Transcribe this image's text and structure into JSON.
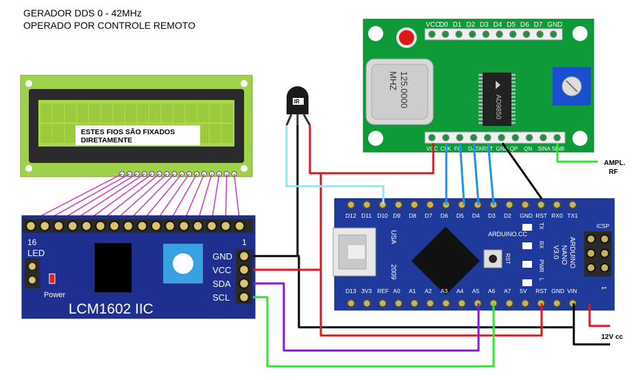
{
  "title": {
    "line1": "GERADOR DDS 0 - 42MHz",
    "line2": "OPERADO POR CONTROLE REMOTO"
  },
  "lcd": {
    "note_line1": "ESTES FIOS SÃO FIXADOS",
    "note_line2": "DIRETAMENTE"
  },
  "i2c_module": {
    "label": "LCM1602 IIC",
    "pin_16": "16",
    "pin_1": "1",
    "led_label": "LED",
    "power_label": "Power",
    "pins": [
      "GND",
      "VCC",
      "SDA",
      "SCL"
    ]
  },
  "ir_sensor": {
    "label": "IR"
  },
  "dds_module": {
    "crystal_line1": "125.0000",
    "crystal_line2": "MHZ",
    "chip_label": "AD9850",
    "top_pins": [
      "VCC",
      "D0",
      "D1",
      "D2",
      "D3",
      "D4",
      "D5",
      "D6",
      "D7",
      "GND"
    ],
    "bottom_pins": [
      "VCC",
      "CLK",
      "FQ",
      "DATA",
      "RST",
      "GND",
      "QP",
      "QN",
      "SINA",
      "SINB"
    ]
  },
  "arduino": {
    "top_pins": [
      "D12",
      "D11",
      "D10",
      "D9",
      "D8",
      "D7",
      "D6",
      "D5",
      "D4",
      "D3",
      "D2",
      "GND",
      "RST",
      "RX0",
      "TX1"
    ],
    "bottom_pins": [
      "D13",
      "3V3",
      "REF",
      "A0",
      "A1",
      "A2",
      "A3",
      "A4",
      "A5",
      "A6",
      "A7",
      "5V",
      "RST",
      "GND",
      "VIN"
    ],
    "usa": "USA",
    "year": "2009",
    "site": "ARDUINO.CC",
    "rst": "RST",
    "leds": [
      "TX",
      "RX",
      "PWR",
      "L"
    ],
    "name_line1": "ARDUINO",
    "name_line2": "NANO",
    "name_line3": "V3.0",
    "icsp": "ICSP",
    "icsp_pin": "1"
  },
  "labels": {
    "ampl_line1": "AMPL.",
    "ampl_line2": "RF",
    "power_in": "12V cc"
  },
  "colors": {
    "gnd": "#000000",
    "vcc": "#e0141c",
    "sda": "#8a14d8",
    "scl": "#2ee62e",
    "ir_signal": "#8fe6f5",
    "dds_data": "#1e90e6",
    "lcd_bus": "#cc33cc",
    "pcb_green": "#0f9a3a",
    "pcb_blue": "#1f3a9a",
    "lcd_green": "#a3d14a"
  }
}
